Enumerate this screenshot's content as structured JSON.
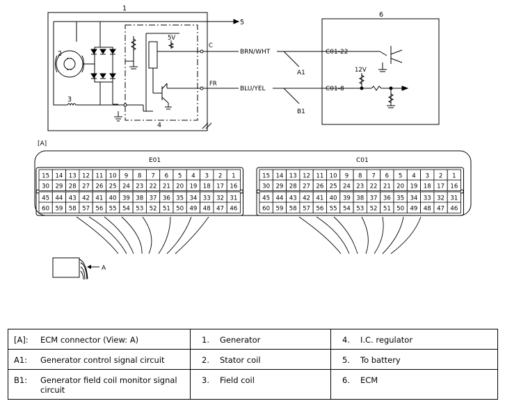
{
  "schematic": {
    "component_numbers": [
      "1",
      "2",
      "3",
      "4",
      "5",
      "6"
    ],
    "pin_labels": {
      "c": "C",
      "fr": "FR"
    },
    "voltage_5v": "5V",
    "voltage_12v": "12V",
    "wire_brn": "BRN/WHT",
    "wire_blu": "BLU/YEL",
    "circuit_a1": "A1",
    "circuit_b1": "B1",
    "ecm_pin_c01_22": "C01-22",
    "ecm_pin_c01_8": "C01-8"
  },
  "connector_view": {
    "view_tag": "[A]",
    "e01_label": "E01",
    "c01_label": "C01",
    "arrow_label": "A",
    "rows": [
      [
        "15",
        "14",
        "13",
        "12",
        "11",
        "10",
        "9",
        "8",
        "7",
        "6",
        "5",
        "4",
        "3",
        "2",
        "1"
      ],
      [
        "30",
        "29",
        "28",
        "27",
        "26",
        "25",
        "24",
        "23",
        "22",
        "21",
        "20",
        "19",
        "18",
        "17",
        "16"
      ],
      [
        "45",
        "44",
        "43",
        "42",
        "41",
        "40",
        "39",
        "38",
        "37",
        "36",
        "35",
        "34",
        "33",
        "32",
        "31"
      ],
      [
        "60",
        "59",
        "58",
        "57",
        "56",
        "55",
        "54",
        "53",
        "52",
        "51",
        "50",
        "49",
        "48",
        "47",
        "46"
      ]
    ]
  },
  "legend": {
    "rows": [
      [
        {
          "key": "[A]:",
          "value": "ECM connector (View: A)"
        },
        {
          "key": "1.",
          "value": "Generator"
        },
        {
          "key": "4.",
          "value": "I.C. regulator"
        }
      ],
      [
        {
          "key": "A1:",
          "value": "Generator control signal circuit"
        },
        {
          "key": "2.",
          "value": "Stator coil"
        },
        {
          "key": "5.",
          "value": "To battery"
        }
      ],
      [
        {
          "key": "B1:",
          "value": "Generator field coil monitor signal circuit"
        },
        {
          "key": "3.",
          "value": "Field coil"
        },
        {
          "key": "6.",
          "value": "ECM"
        }
      ]
    ]
  }
}
